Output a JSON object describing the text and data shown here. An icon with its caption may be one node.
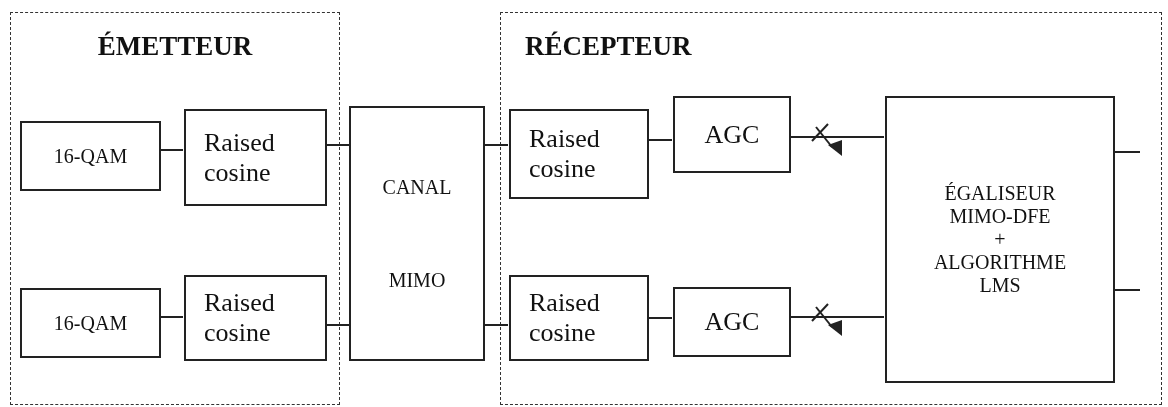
{
  "diagram": {
    "nodes": [
      {
        "text": [
          "ÉMETTEUR"
        ]
      },
      {
        "text": [
          "16-QAM"
        ],
        "in": 0
      },
      {
        "text": [
          "Raised cosine"
        ],
        "in": 0
      },
      {
        "text": [
          "16-QAM"
        ],
        "in": 0
      },
      {
        "text": [
          "Raised cosine"
        ],
        "in": 0
      },
      {
        "text": [
          "CANAL",
          "MIMO"
        ]
      },
      {
        "text": [
          "RÉCEPTEUR"
        ]
      },
      {
        "text": [
          "Raised cosine"
        ],
        "in": 6
      },
      {
        "text": [
          "AGC"
        ],
        "in": 6
      },
      {
        "text": [
          "Raised cosine"
        ],
        "in": 6
      },
      {
        "text": [
          "AGC"
        ],
        "in": 6
      },
      {
        "text": [
          "ÉGALISEUR MIMO-DFE",
          "+",
          "ALGORITHME LMS"
        ],
        "in": 6
      }
    ],
    "edges": [
      {
        "from": 1,
        "to": 2,
        "arrow": "none"
      },
      {
        "from": 3,
        "to": 4,
        "arrow": "none"
      },
      {
        "from": 2,
        "to": 5,
        "arrow": "none"
      },
      {
        "from": 4,
        "to": 5,
        "arrow": "none"
      },
      {
        "from": 5,
        "to": 7,
        "arrow": "none"
      },
      {
        "from": 5,
        "to": 9,
        "arrow": "none"
      },
      {
        "from": 7,
        "to": 8,
        "arrow": "none"
      },
      {
        "from": 9,
        "to": 10,
        "arrow": "none"
      },
      {
        "from": 8,
        "to": 11,
        "arrow": "none"
      },
      {
        "from": 10,
        "to": 11,
        "arrow": "none"
      },
      {
        "from": 11,
        "to": null,
        "arrow": "none"
      },
      {
        "from": 11,
        "to": null,
        "arrow": "none"
      }
    ]
  }
}
